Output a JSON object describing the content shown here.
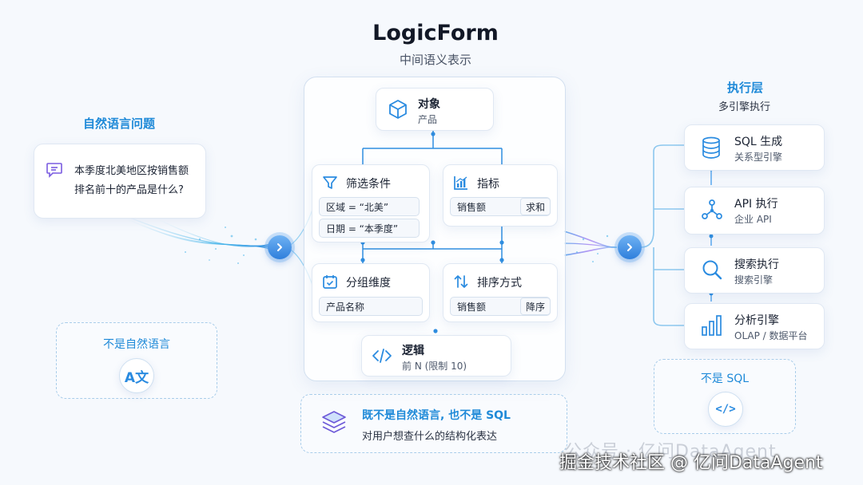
{
  "header": {
    "title": "LogicForm",
    "subtitle": "中间语义表示"
  },
  "input": {
    "heading": "自然语言问题",
    "question_line1": "本季度北美地区按销售额",
    "question_line2": "排名前十的产品是什么?"
  },
  "not_nl": {
    "label": "不是自然语言",
    "icon_glyph": "A文"
  },
  "logicform": {
    "object": {
      "title": "对象",
      "value": "产品"
    },
    "filter": {
      "title": "筛选条件",
      "conditions": [
        "区域 = “北美”",
        "日期 = “本季度”"
      ]
    },
    "metric": {
      "title": "指标",
      "field": "销售额",
      "agg": "求和"
    },
    "group": {
      "title": "分组维度",
      "field": "产品名称"
    },
    "sort": {
      "title": "排序方式",
      "field": "销售额",
      "order": "降序"
    },
    "logic": {
      "title": "逻辑",
      "value": "前 N (限制 10)"
    }
  },
  "summary": {
    "line1": "既不是自然语言, 也不是 SQL",
    "line2": "对用户想查什么的结构化表达"
  },
  "execution": {
    "heading": "执行层",
    "subheading": "多引擎执行",
    "engines": [
      {
        "title": "SQL 生成",
        "sub": "关系型引擎",
        "icon": "database-icon"
      },
      {
        "title": "API 执行",
        "sub": "企业 API",
        "icon": "share-nodes-icon"
      },
      {
        "title": "搜索执行",
        "sub": "搜索引擎",
        "icon": "search-icon"
      },
      {
        "title": "分析引擎",
        "sub": "OLAP / 数据平台",
        "icon": "bar-chart-icon"
      }
    ]
  },
  "not_sql": {
    "label": "不是 SQL",
    "icon_glyph": "</>"
  },
  "watermark": {
    "line1": "公众号 · 亿问DataAgent",
    "line2": "掘金技术社区 @ 亿问DataAgent"
  },
  "colors": {
    "accent": "#1f8ad8",
    "icon_blue": "#2a8be0",
    "purple": "#7a5be0"
  }
}
